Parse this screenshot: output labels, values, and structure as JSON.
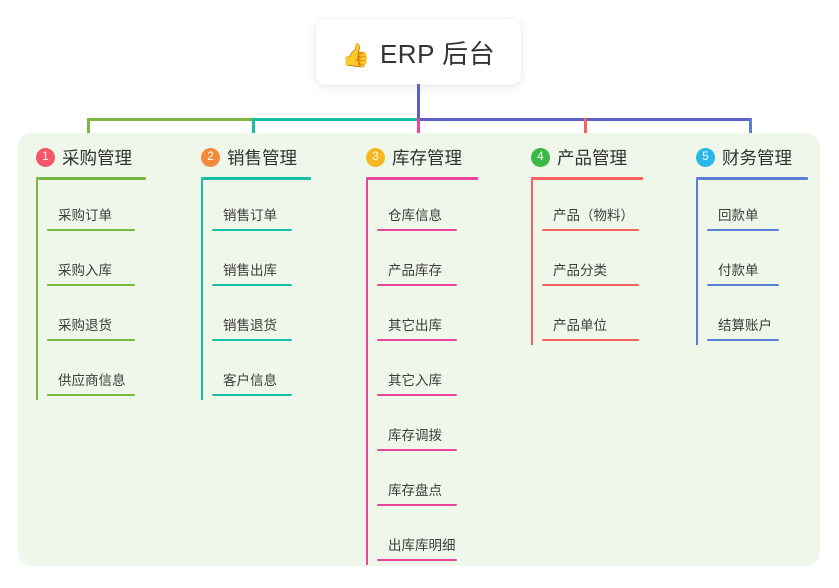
{
  "root": {
    "icon": "thumbs-up-icon",
    "icon_glyph": "👍",
    "label": "ERP 后台",
    "stem_color": "#5b5fc7"
  },
  "panel": {
    "background": "#eef7e9"
  },
  "bus": {
    "segments": [
      {
        "name": "green-segment",
        "color": "#7cb83f"
      },
      {
        "name": "teal-segment",
        "color": "#17bfa6"
      },
      {
        "name": "blue-segment",
        "color": "#5b5fc7"
      }
    ]
  },
  "columns": [
    {
      "number": "1",
      "title": "采购管理",
      "badge_color": "#f4576a",
      "line_color": "#7cb83f",
      "drop_color": "#7cb83f",
      "items": [
        {
          "label": "采购订单"
        },
        {
          "label": "采购入库"
        },
        {
          "label": "采购退货"
        },
        {
          "label": "供应商信息"
        }
      ]
    },
    {
      "number": "2",
      "title": "销售管理",
      "badge_color": "#f58b3a",
      "line_color": "#17bfa6",
      "drop_color": "#17bfa6",
      "items": [
        {
          "label": "销售订单"
        },
        {
          "label": "销售出库"
        },
        {
          "label": "销售退货"
        },
        {
          "label": "客户信息"
        }
      ]
    },
    {
      "number": "3",
      "title": "库存管理",
      "badge_color": "#f5b820",
      "line_color": "#e8459b",
      "drop_color": "#e8459b",
      "items": [
        {
          "label": "仓库信息"
        },
        {
          "label": "产品库存"
        },
        {
          "label": "其它出库"
        },
        {
          "label": "其它入库"
        },
        {
          "label": "库存调拨"
        },
        {
          "label": "库存盘点"
        },
        {
          "label": "出库库明细"
        }
      ]
    },
    {
      "number": "4",
      "title": "产品管理",
      "badge_color": "#3cb944",
      "line_color": "#f4615e",
      "drop_color": "#f4615e",
      "items": [
        {
          "label": "产品（物料）"
        },
        {
          "label": "产品分类"
        },
        {
          "label": "产品单位"
        }
      ]
    },
    {
      "number": "5",
      "title": "财务管理",
      "badge_color": "#29b6e8",
      "line_color": "#5b7fd4",
      "drop_color": "#5b7fd4",
      "items": [
        {
          "label": "回款单"
        },
        {
          "label": "付款单"
        },
        {
          "label": "结算账户"
        }
      ]
    }
  ]
}
